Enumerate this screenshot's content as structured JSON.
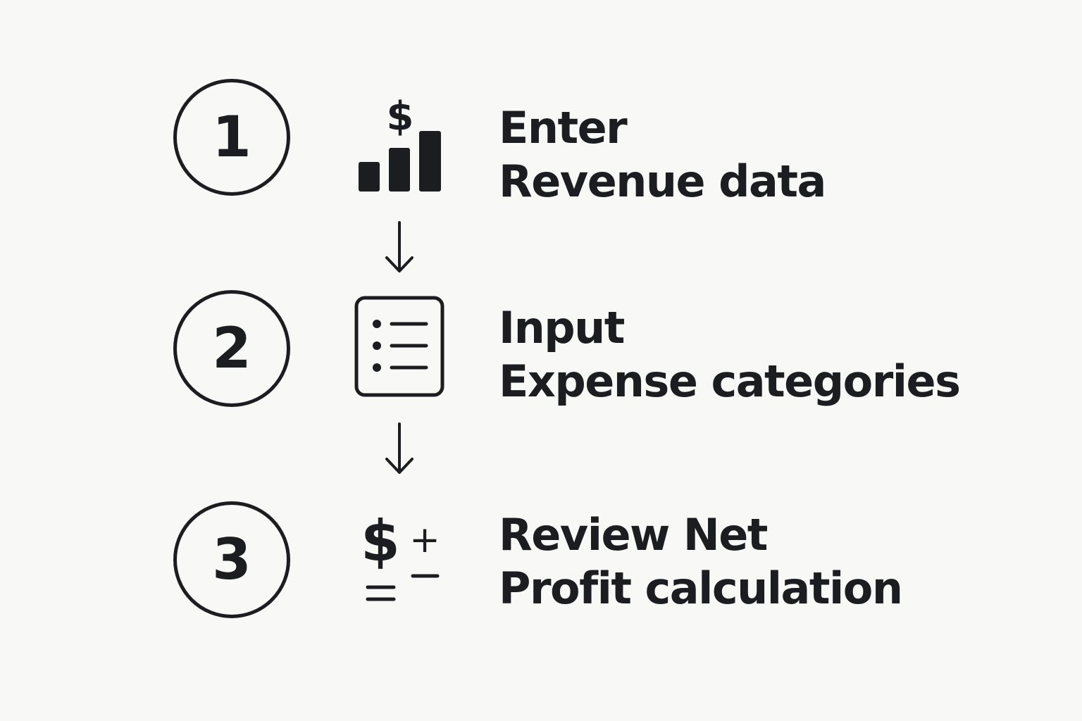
{
  "steps": [
    {
      "number": "1",
      "line1": "Enter",
      "line2": "Revenue data",
      "icon": "revenue-chart-icon"
    },
    {
      "number": "2",
      "line1": "Input",
      "line2": "Expense categories",
      "icon": "expense-list-icon"
    },
    {
      "number": "3",
      "line1": "Review Net",
      "line2": "Profit calculation",
      "icon": "calculation-icon"
    }
  ],
  "icon_glyphs": {
    "dollar": "$",
    "plus": "+"
  },
  "colors": {
    "background": "#f8f8f7",
    "ink": "#1b1d20"
  }
}
